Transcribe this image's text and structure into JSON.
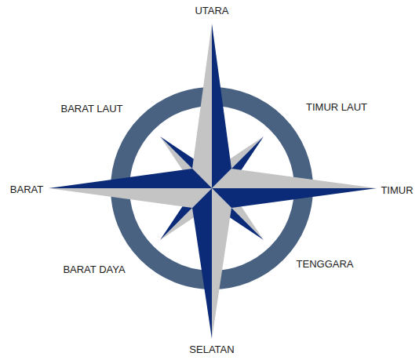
{
  "diagram": {
    "labels": [
      "UTARA",
      "BARAT LAUT",
      "TIMUR LAUT",
      "BARAT",
      "TIMUR",
      "BARAT DAYA",
      "TENGGARA",
      "SELATAN"
    ]
  }
}
